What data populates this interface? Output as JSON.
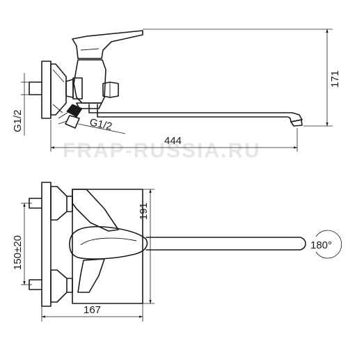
{
  "watermark": "FRAP-RUSSIA.RU",
  "side_view": {
    "height_label": "171",
    "length_label": "444",
    "inlet_thread_label": "G1/2",
    "outlet_thread_label": "G1/2"
  },
  "front_view": {
    "height_label": "191",
    "spacing_label": "150±20",
    "depth_label": "167",
    "rotation_label": "180°"
  }
}
